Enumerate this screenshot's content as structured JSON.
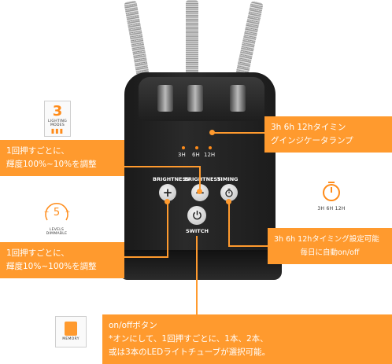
{
  "lamp": {
    "timers": [
      "3H",
      "6H",
      "12H"
    ],
    "buttons": {
      "brightness_up_label": "BRIGHTNESS",
      "brightness_down_label": "BRIGHTNESS",
      "timing_label": "TIMING",
      "switch_label": "SWITCH"
    },
    "button_glyphs": {
      "plus": "+",
      "minus": "−"
    }
  },
  "icons": {
    "lighting_modes": {
      "number": "3",
      "caption": "LIGHTING MODES"
    },
    "dimmable": {
      "number": "5",
      "caption": "LEVELS DIMMABLE"
    },
    "timer": {
      "caption": "3H 6H 12H"
    },
    "memory": {
      "caption": "MEMORY"
    }
  },
  "callouts": {
    "brightness_down": [
      "1回押すごとに、",
      "輝度100%~10%を調整"
    ],
    "brightness_up": [
      "1回押すごとに、",
      "輝度10%~100%を調整"
    ],
    "timer_indicator": [
      "3h 6h 12hタイミン",
      "グインジケータランプ"
    ],
    "timing_button": [
      "3h 6h 12hタイミング設定可能",
      "毎日に自動on/off"
    ],
    "switch": [
      "on/offボタン",
      "*オンにして、1回押すごとに、1本、2本、",
      "或は3本のLEDライトチューブが選択可能。"
    ]
  },
  "colors": {
    "accent": "#ff9a2e",
    "lamp": "#1e1e1e"
  }
}
